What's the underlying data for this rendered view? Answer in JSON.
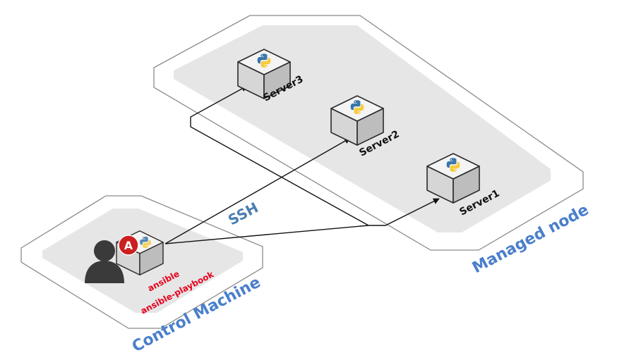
{
  "labels": {
    "managed_node": "Managed node",
    "control_machine": "Control Machine",
    "ssh": "SSH"
  },
  "servers": [
    {
      "name": "Server3"
    },
    {
      "name": "Server2"
    },
    {
      "name": "Server1"
    }
  ],
  "control": {
    "tool1": "ansible",
    "tool2": "ansible-playbook",
    "ansible_logo_letter": "A"
  },
  "icons": {
    "server": "python-icon",
    "control": "ansible-icon",
    "user": "user-silhouette-icon"
  },
  "colors": {
    "group_label": "#4a7fcb",
    "ssh_label": "#4a7fb0",
    "tool_text": "#e8001c",
    "ansible_red": "#cc1f1f",
    "zone_fill": "#e6e6e6",
    "zone_border": "#8a8a8a",
    "python_blue": "#3a76aa",
    "python_yellow": "#f5cc3f"
  }
}
